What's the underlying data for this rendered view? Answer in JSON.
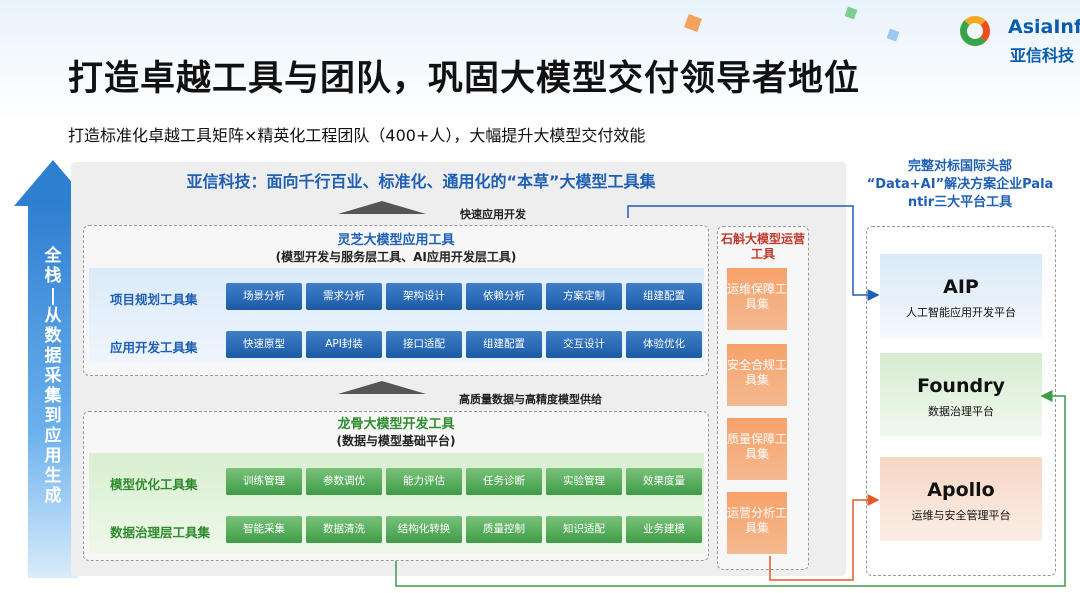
{
  "header": {
    "title": "打造卓越工具与团队，巩固大模型交付领导者地位",
    "subtitle": "打造标准化卓越工具矩阵×精英化工程团队（400+人），大幅提升大模型交付效能"
  },
  "logo": {
    "name": "AsiaInfo",
    "cn": "亚信科技"
  },
  "side_arrow": {
    "text": "全栈—从数据采集到应用生成"
  },
  "main": {
    "header": "亚信科技：面向千行百业、标准化、通用化的“本草”大模型工具集",
    "flow_top": "快速应用开发",
    "flow_mid": "高质量数据与高精度模型供给",
    "app_section": {
      "title": "灵芝大模型应用工具",
      "subtitle": "(模型开发与服务层工具、AI应用开发层工具)",
      "rows": [
        {
          "label": "项目规划工具集",
          "items": [
            "场景分析",
            "需求分析",
            "架构设计",
            "依赖分析",
            "方案定制",
            "组建配置"
          ]
        },
        {
          "label": "应用开发工具集",
          "items": [
            "快速原型",
            "API封装",
            "接口适配",
            "组建配置",
            "交互设计",
            "体验优化"
          ]
        }
      ]
    },
    "dev_section": {
      "title": "龙骨大模型开发工具",
      "subtitle": "(数据与模型基础平台)",
      "rows": [
        {
          "label": "模型优化工具集",
          "items": [
            "训练管理",
            "参数调优",
            "能力评估",
            "任务诊断",
            "实验管理",
            "效果度量"
          ]
        },
        {
          "label": "数据治理层工具集",
          "items": [
            "智能采集",
            "数据清洗",
            "结构化转换",
            "质量控制",
            "知识适配",
            "业务建模"
          ]
        }
      ]
    }
  },
  "ops": {
    "title": "石斛大模型运营工具",
    "items": [
      "运维保障工具集",
      "安全合规工具集",
      "质量保障工具集",
      "运营分析工具集"
    ]
  },
  "right": {
    "title": "完整对标国际头部“Data+AI”解决方案企业Palantir三大平台工具",
    "platforms": [
      {
        "name": "AIP",
        "desc": "人工智能应用开发平台"
      },
      {
        "name": "Foundry",
        "desc": "数据治理平台"
      },
      {
        "name": "Apollo",
        "desc": "运维与安全管理平台"
      }
    ]
  },
  "colors": {
    "blue": "#1f5fb4",
    "green": "#2e8b2e",
    "orange": "#f7a26a",
    "arrow": "#2f7fd1"
  },
  "icons": [
    "asiainfo-logo-icon",
    "cube-icon",
    "up-arrow-icon",
    "triangle-icon",
    "arrow-right-icon"
  ]
}
